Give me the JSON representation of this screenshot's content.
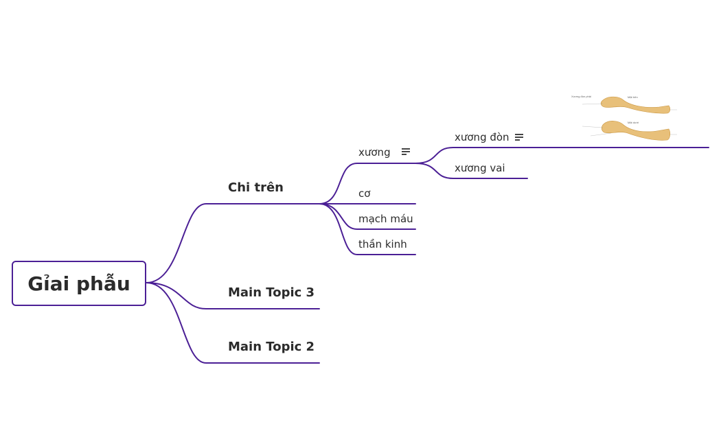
{
  "root": {
    "label": "Gỉai phẫu"
  },
  "main_topics": [
    {
      "label": "Chi trên"
    },
    {
      "label": "Main Topic 3"
    },
    {
      "label": "Main Topic 2"
    }
  ],
  "chi_tren_children": [
    {
      "label": "xương",
      "has_note": true
    },
    {
      "label": "cơ"
    },
    {
      "label": "mạch máu"
    },
    {
      "label": "thần kinh"
    }
  ],
  "xuong_children": [
    {
      "label": "xương đòn",
      "has_note": true,
      "has_image": true
    },
    {
      "label": "xương vai"
    }
  ],
  "image": {
    "description_icon": "clavicle-anatomy-image",
    "labels": [
      "Xương đòn phải",
      "Mặt trên",
      "Mặt dưới"
    ]
  },
  "colors": {
    "branch": "#4b1f95",
    "text": "#2b2b2b",
    "bone": "#e8c07a"
  }
}
